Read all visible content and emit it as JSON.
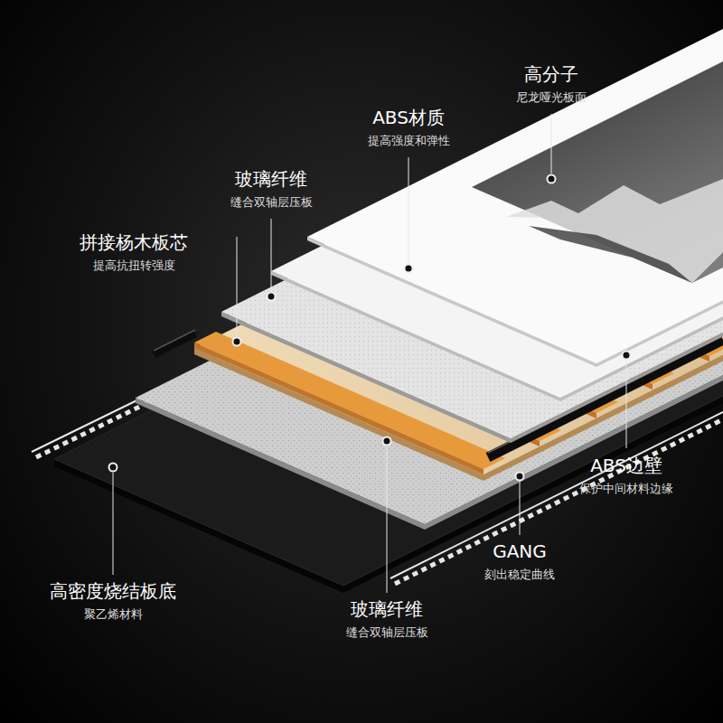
{
  "diagram": {
    "labels": [
      "高分子",
      "尼龙哑光板面",
      "ABS材质",
      "提高强度和弹性",
      "玻璃纤维",
      "缝合双轴层压板",
      "拼接杨木板芯",
      "提高抗扭转强度",
      "ABS边壁",
      "保护中间材料边缘",
      "GANG",
      "刻出稳定曲线",
      "高密度烧结板底",
      "聚乙烯材料",
      "玻璃纤维",
      "缝合双轴层压板"
    ]
  }
}
